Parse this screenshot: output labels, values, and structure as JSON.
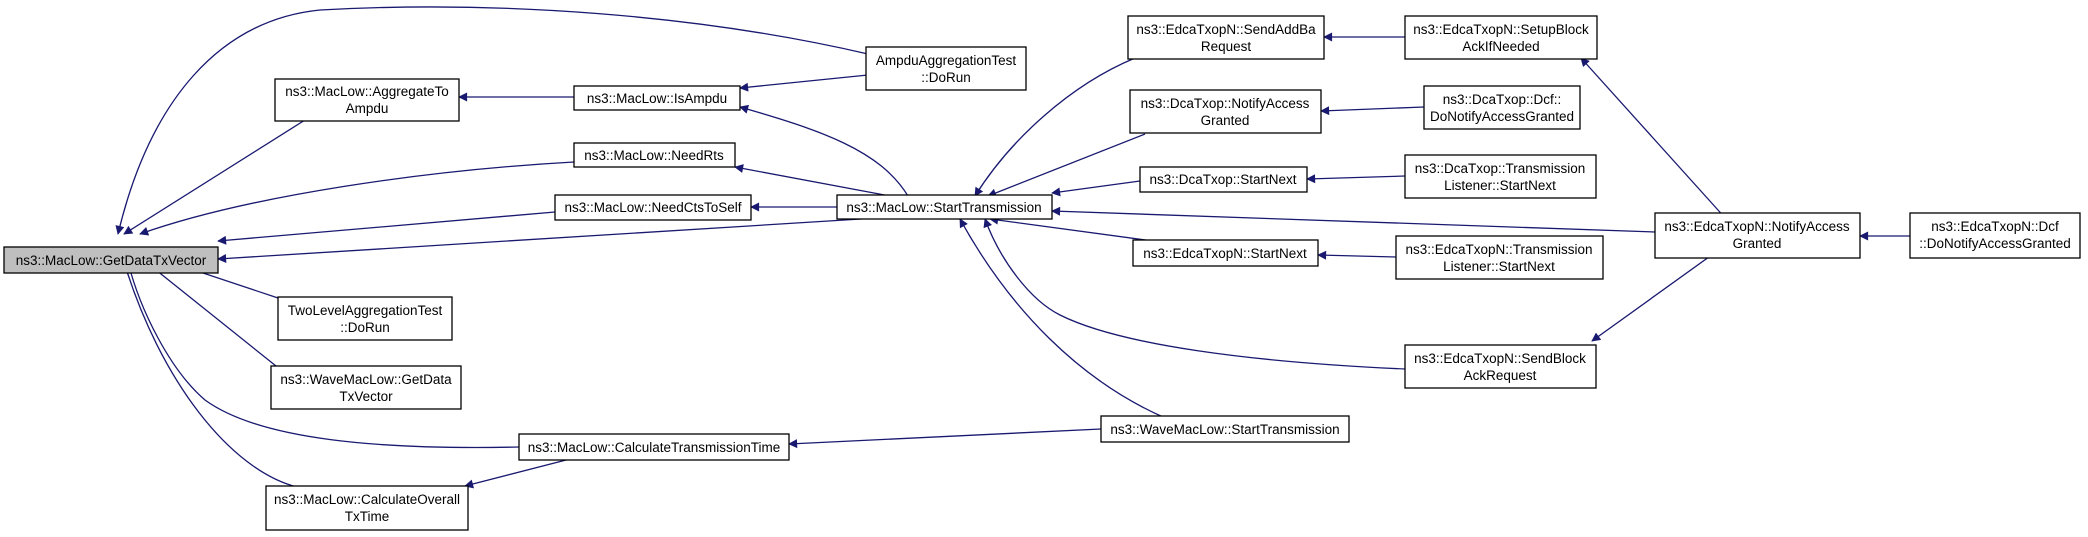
{
  "colors": {
    "edge": "#191970",
    "root_fill": "#bfbfbf",
    "node_fill": "#ffffff",
    "node_border": "#000000"
  },
  "nodes": {
    "getdatatxvector": [
      "ns3::MacLow::GetDataTxVector"
    ],
    "aggregatetoampdu": [
      "ns3::MacLow::AggregateTo",
      "Ampdu"
    ],
    "isampdu": [
      "ns3::MacLow::IsAmpdu"
    ],
    "needrts": [
      "ns3::MacLow::NeedRts"
    ],
    "needctstoself": [
      "ns3::MacLow::NeedCtsToSelf"
    ],
    "twolevel": [
      "TwoLevelAggregationTest",
      "::DoRun"
    ],
    "wavegetdata": [
      "ns3::WaveMacLow::GetData",
      "TxVector"
    ],
    "calctxtime": [
      "ns3::MacLow::CalculateTransmissionTime"
    ],
    "calcoverall": [
      "ns3::MacLow::CalculateOverall",
      "TxTime"
    ],
    "ampdutest": [
      "AmpduAggregationTest",
      "::DoRun"
    ],
    "starttransmission": [
      "ns3::MacLow::StartTransmission"
    ],
    "sendaddba": [
      "ns3::EdcaTxopN::SendAddBa",
      "Request"
    ],
    "dcanotify": [
      "ns3::DcaTxop::NotifyAccess",
      "Granted"
    ],
    "dcastartnext": [
      "ns3::DcaTxop::StartNext"
    ],
    "edcastartnext": [
      "ns3::EdcaTxopN::StartNext"
    ],
    "sendblockack": [
      "ns3::EdcaTxopN::SendBlock",
      "AckRequest"
    ],
    "wavestart": [
      "ns3::WaveMacLow::StartTransmission"
    ],
    "setupblockack": [
      "ns3::EdcaTxopN::SetupBlock",
      "AckIfNeeded"
    ],
    "dcfnotify": [
      "ns3::DcaTxop::Dcf::",
      "DoNotifyAccessGranted"
    ],
    "dcalistener": [
      "ns3::DcaTxop::Transmission",
      "Listener::StartNext"
    ],
    "edcalistener": [
      "ns3::EdcaTxopN::Transmission",
      "Listener::StartNext"
    ],
    "edcanotify": [
      "ns3::EdcaTxopN::NotifyAccess",
      "Granted"
    ],
    "edcadcf": [
      "ns3::EdcaTxopN::Dcf",
      "::DoNotifyAccessGranted"
    ]
  }
}
